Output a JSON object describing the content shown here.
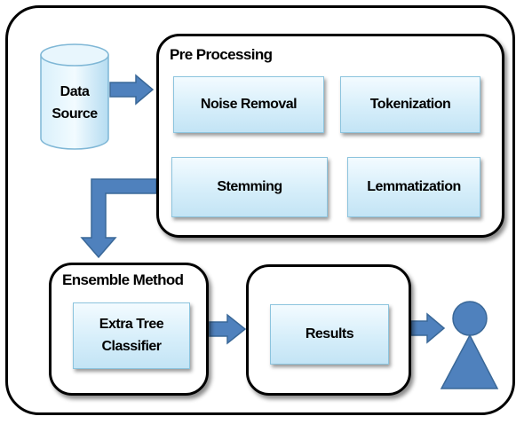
{
  "data_source": {
    "line1": "Data",
    "line2": "Source"
  },
  "pre_processing": {
    "title": "Pre Processing",
    "steps": [
      "Noise Removal",
      "Tokenization",
      "Stemming",
      "Lemmatization"
    ]
  },
  "ensemble": {
    "title": "Ensemble Method",
    "classifier_line1": "Extra Tree",
    "classifier_line2": "Classifier"
  },
  "results": {
    "label": "Results"
  },
  "colors": {
    "arrow": "#4f81bd",
    "arrow_border": "#3a6898",
    "box_fill": "#d6eefa",
    "box_border": "#8cc4de",
    "cylinder": "#bfe3f6",
    "person": "#4f81bd"
  },
  "icons": {
    "data_store": "cylinder-icon",
    "user": "person-icon"
  }
}
